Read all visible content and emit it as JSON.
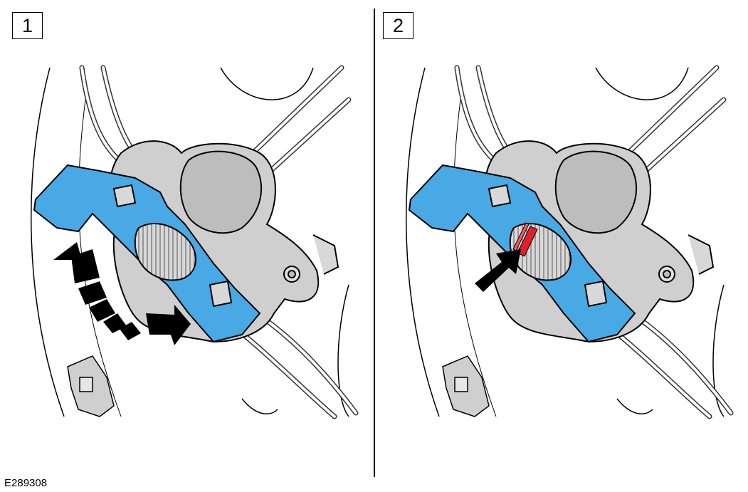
{
  "panels": [
    {
      "step_number": "1"
    },
    {
      "step_number": "2"
    }
  ],
  "figure_id": "E289308",
  "colors": {
    "tool_blue": "#48a9e4",
    "caliper_gray": "#cfcfcf",
    "arrow_black": "#000000",
    "highlight_red": "#e0202a"
  }
}
